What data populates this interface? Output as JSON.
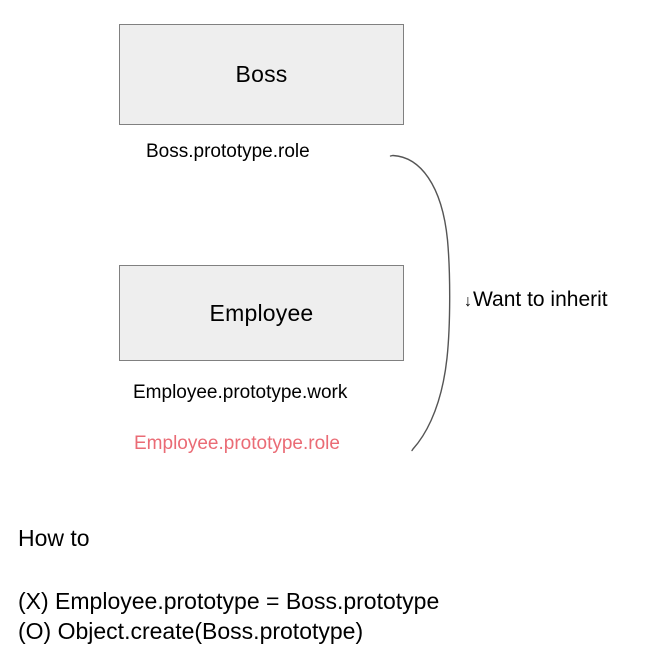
{
  "diagram": {
    "type": "prototype-inheritance-diagram",
    "background_color": "#ffffff",
    "nodes": [
      {
        "id": "boss",
        "label": "Boss",
        "fill_color": "#eeeeee",
        "border_color": "#808080",
        "property_label": "Boss.prototype.role",
        "property_color": "#000000"
      },
      {
        "id": "employee",
        "label": "Employee",
        "fill_color": "#eeeeee",
        "border_color": "#808080",
        "property_label": "Employee.prototype.work",
        "property_color": "#000000",
        "missing_property_label": "Employee.prototype.role",
        "missing_property_color": "#ea6b75"
      }
    ],
    "annotation": {
      "arrow_glyph": "↓",
      "text": "Want to inherit",
      "brace_color": "#555555"
    },
    "howto": {
      "title": "How to",
      "lines": [
        "(X) Employee.prototype = Boss.prototype",
        "(O) Object.create(Boss.prototype)"
      ]
    }
  }
}
